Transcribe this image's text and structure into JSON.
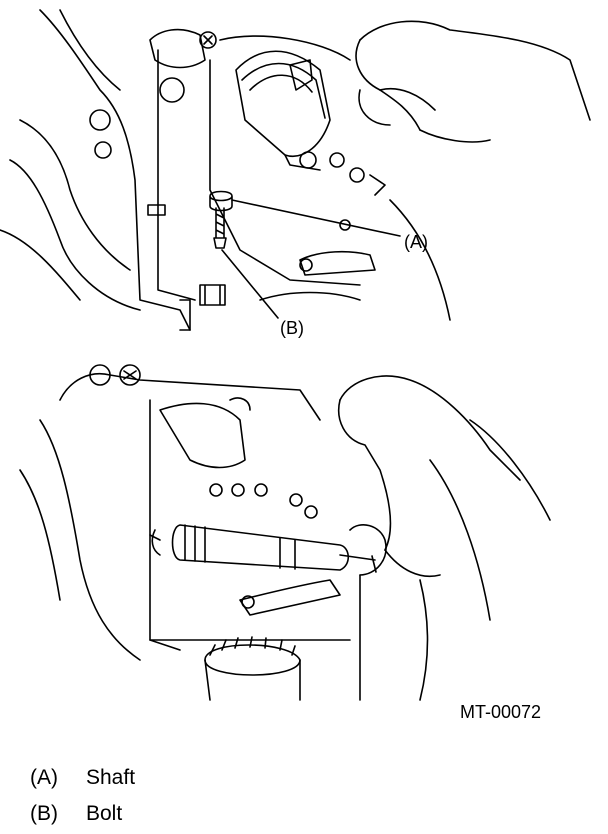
{
  "callouts": {
    "a": "(A)",
    "b": "(B)"
  },
  "figure_code": "MT-00072",
  "legend": [
    {
      "key": "(A)",
      "text": "Shaft"
    },
    {
      "key": "(B)",
      "text": "Bolt"
    }
  ]
}
